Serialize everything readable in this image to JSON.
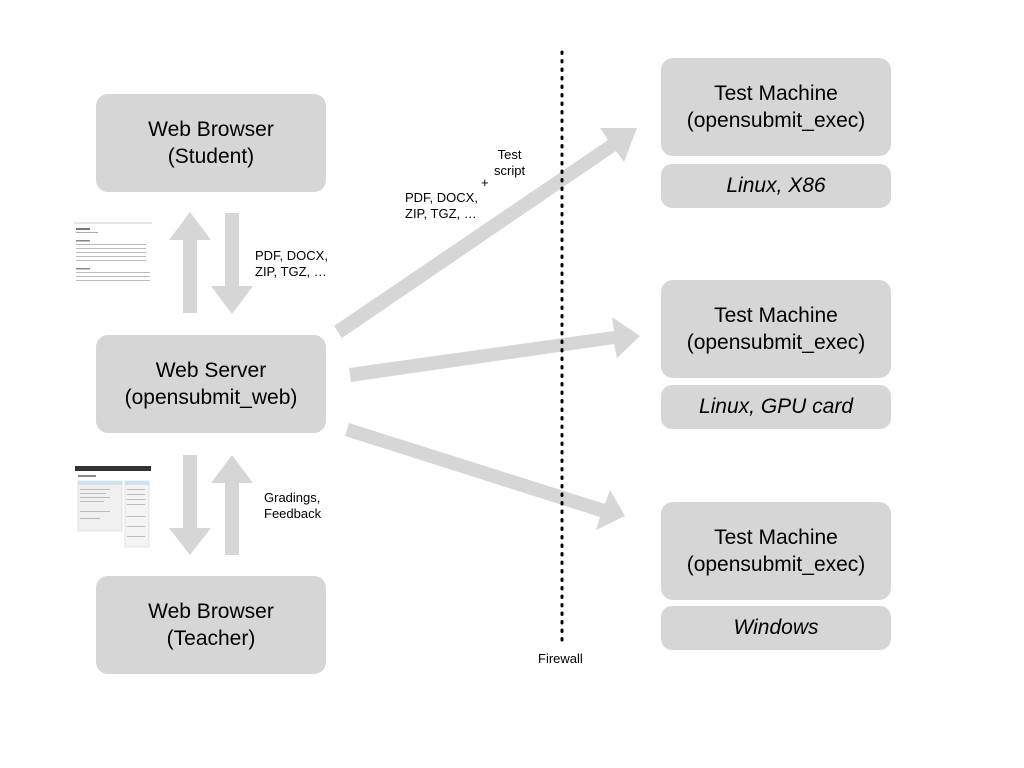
{
  "nodes": {
    "student": {
      "line1": "Web Browser",
      "line2": "(Student)"
    },
    "server": {
      "line1": "Web Server",
      "line2": "(opensubmit_web)"
    },
    "teacher": {
      "line1": "Web Browser",
      "line2": "(Teacher)"
    },
    "machines": [
      {
        "line1": "Test Machine",
        "line2": "(opensubmit_exec)",
        "platform": "Linux, X86"
      },
      {
        "line1": "Test Machine",
        "line2": "(opensubmit_exec)",
        "platform": "Linux, GPU card"
      },
      {
        "line1": "Test Machine",
        "line2": "(opensubmit_exec)",
        "platform": "Windows"
      }
    ]
  },
  "labels": {
    "upload_formats": "PDF, DOCX,\nZIP, TGZ, …",
    "exec_formats": "PDF, DOCX,\nZIP, TGZ, …",
    "plus": "+",
    "test_script": "Test\nscript",
    "gradings": "Gradings,\nFeedback",
    "firewall": "Firewall"
  },
  "colors": {
    "box": "#d6d6d6",
    "arrow": "#d6d6d6",
    "firewall_line": "#000000"
  }
}
